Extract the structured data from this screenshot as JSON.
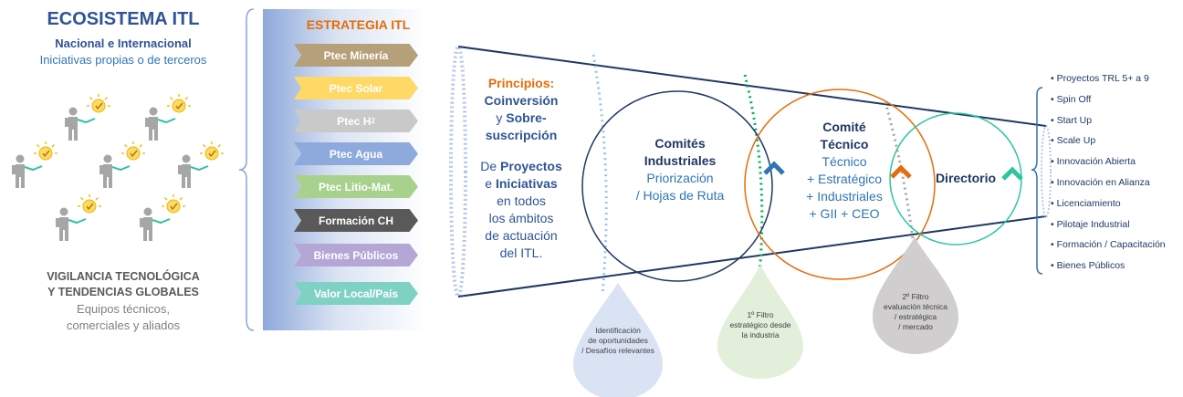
{
  "ecosystem": {
    "title": "ECOSISTEMA ITL",
    "subtitle1": "Nacional e Internacional",
    "subtitle2": "Iniciativas propias o de terceros",
    "vig_line1": "VIGILANCIA TECNOLÓGICA",
    "vig_line2": "Y TENDENCIAS GLOBALES",
    "vig_line3": "Equipos técnicos,",
    "vig_line4": "comerciales y aliados"
  },
  "strategy": {
    "title": "ESTRATEGIA ITL",
    "items": [
      {
        "label": "Ptec Minería",
        "color": "#b5a07a"
      },
      {
        "label": "Ptec Solar",
        "color": "#ffd966"
      },
      {
        "label": "Ptec H",
        "sub": "2",
        "color": "#c9c9c9"
      },
      {
        "label": "Ptec Agua",
        "color": "#8ea9db"
      },
      {
        "label": "Ptec Litio-Mat.",
        "color": "#a9d18e"
      },
      {
        "label": "Formación CH",
        "color": "#595959"
      },
      {
        "label": "Bienes Públicos",
        "color": "#b4a7d6"
      },
      {
        "label": "Valor Local/País",
        "color": "#7fd1c3"
      }
    ]
  },
  "principles": {
    "t1": "Principios:",
    "t2": "Coinversión",
    "t3a": "y ",
    "t3b": "Sobre-",
    "t4": "suscripción",
    "t5a": "De ",
    "t5b": "Proyectos",
    "t6a": "e ",
    "t6b": "Iniciativas",
    "t7": "en todos",
    "t8": "los ámbitos",
    "t9": "de actuación",
    "t10": "del ITL."
  },
  "stages": {
    "ci_title1": "Comités",
    "ci_title2": "Industriales",
    "ci_line1": "Priorización",
    "ci_line2": "/ Hojas de Ruta",
    "ct_title1": "Comité",
    "ct_title2": "Técnico",
    "ct_line1": "Técnico",
    "ct_line2": "+ Estratégico",
    "ct_line3": "+ Industriales",
    "ct_line4": "+ GII + CEO",
    "dir_title": "Directorio"
  },
  "drops": {
    "d1": [
      "Identificación",
      "de oportunidades",
      "/ Desafíos relevantes"
    ],
    "d2": [
      "1º Filtro",
      "estratégico desde",
      "la industria"
    ],
    "d3": [
      "2º Filtro",
      "evaluación técnica",
      "/ estratégica",
      "/ mercado"
    ]
  },
  "outputs": [
    "Proyectos TRL 5+ a 9",
    "Spin Off",
    "Start Up",
    "Scale Up",
    "Innovación Abierta",
    "Innovación en Alianza",
    "Licenciamiento",
    "Pilotaje Industrial",
    "Formación / Capacitación",
    "Bienes Públicos"
  ],
  "colors": {
    "brand_blue": "#2f5496",
    "orange": "#e46c0a",
    "green_filter": "#00b050",
    "teal": "#2ec4a0"
  },
  "icons": [
    "person-idea-icon",
    "lightbulb-icon"
  ]
}
